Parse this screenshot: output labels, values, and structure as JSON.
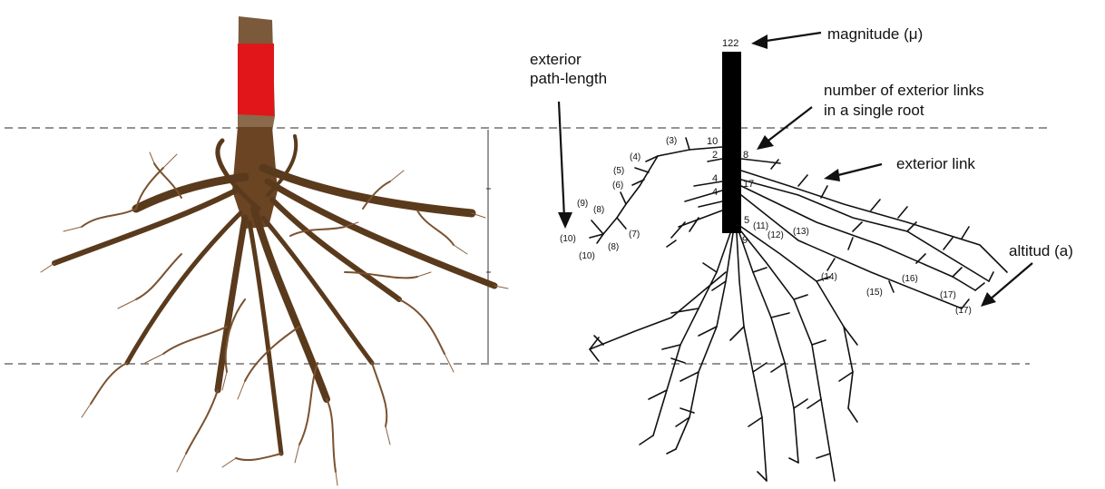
{
  "colors": {
    "root": "#6b4424",
    "root_dark": "#3e2712",
    "tag": "#e0161a",
    "line": "#111111",
    "dashed": "#555555"
  },
  "labels": {
    "magnitude": "magnitude (μ)",
    "magnitude_value": "122",
    "exterior_path_length_line1": "exterior",
    "exterior_path_length_line2": "path-length",
    "num_links_line1": "number of exterior links",
    "num_links_line2": "in a single root",
    "exterior_link": "exterior link",
    "altitude": "altitud (a)"
  },
  "stem_numbers": {
    "n10": "10",
    "n2": "2",
    "n8": "8",
    "n4a": "4",
    "n17": "17",
    "n4b": "4",
    "n5": "5",
    "n9": "9"
  },
  "paren_numbers": {
    "p3": "(3)",
    "p4": "(4)",
    "p5": "(5)",
    "p6": "(6)",
    "p9": "(9)",
    "p8a": "(8)",
    "p7": "(7)",
    "p10a": "(10)",
    "p8b": "(8)",
    "p10b": "(10)",
    "p11": "(11)",
    "p12": "(12)",
    "p13": "(13)",
    "p14": "(14)",
    "p15": "(15)",
    "p16": "(16)",
    "p17a": "(17)",
    "p17b": "(17)"
  }
}
